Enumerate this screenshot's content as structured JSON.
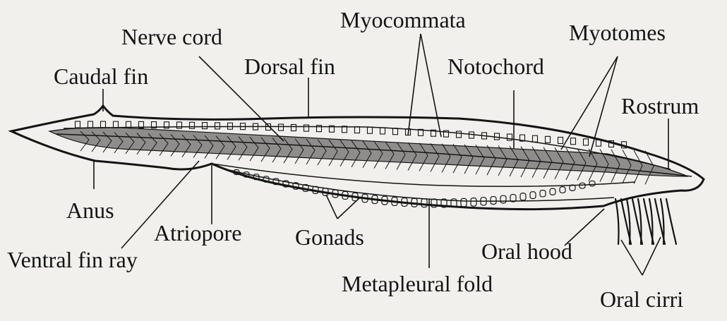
{
  "labels": {
    "nerve_cord": "Nerve cord",
    "myocommata": "Myocommata",
    "myotomes": "Myotomes",
    "caudal_fin": "Caudal fin",
    "dorsal_fin": "Dorsal fin",
    "notochord": "Notochord",
    "rostrum": "Rostrum",
    "anus": "Anus",
    "atriopore": "Atriopore",
    "gonads": "Gonads",
    "ventral_fin_ray": "Ventral fin ray",
    "oral_hood": "Oral hood",
    "metapleural_fold": "Metapleural fold",
    "oral_cirri": "Oral cirri"
  },
  "colors": {
    "ink": "#141414",
    "paper": "#f1f0ec"
  }
}
